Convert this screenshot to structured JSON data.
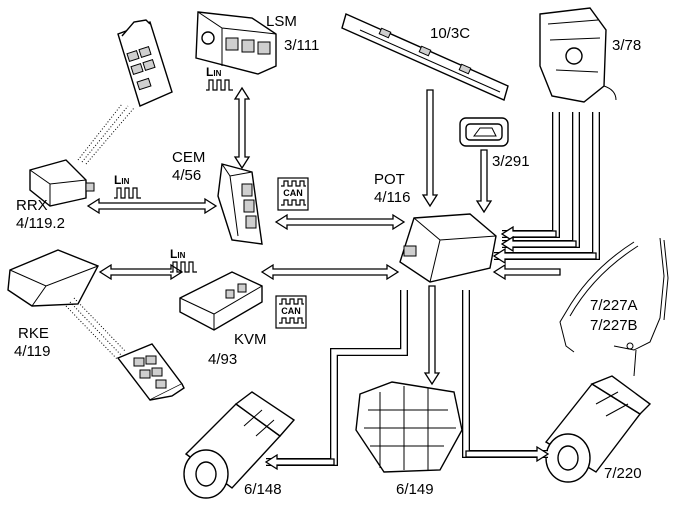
{
  "components": {
    "lsm": {
      "name": "LSM",
      "code": "3/111"
    },
    "door_lock": {
      "code": "10/3C"
    },
    "tailgate_lock": {
      "code": "3/78"
    },
    "cem": {
      "name": "CEM",
      "code": "4/56"
    },
    "pot": {
      "name": "POT",
      "code": "4/116"
    },
    "switch": {
      "code": "3/291"
    },
    "rrx": {
      "name": "RRX",
      "code": "4/119.2"
    },
    "rke": {
      "name": "RKE",
      "code": "4/119"
    },
    "kvm": {
      "name": "KVM",
      "code": "4/93"
    },
    "pinch": {
      "code_a": "7/227A",
      "code_b": "7/227B"
    },
    "motor_left": {
      "code": "6/148"
    },
    "motor_center": {
      "code": "6/149"
    },
    "motor_right": {
      "code": "7/220"
    }
  },
  "signals": {
    "lin_main": "L",
    "lin_sub": "IN",
    "can": "CAN"
  }
}
